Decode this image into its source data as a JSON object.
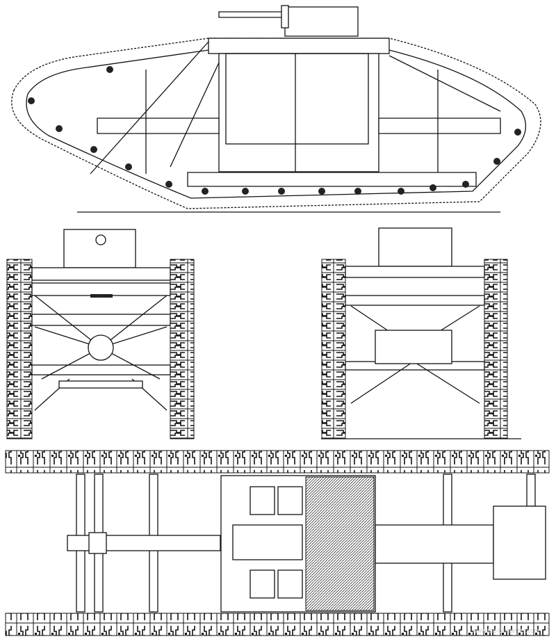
{
  "drawing": {
    "subject": "tank-blueprint",
    "views": [
      "side",
      "front",
      "rear",
      "top"
    ],
    "watermark": "www.the-blueprints.com",
    "line_color": "#111111",
    "background": "#ffffff"
  }
}
